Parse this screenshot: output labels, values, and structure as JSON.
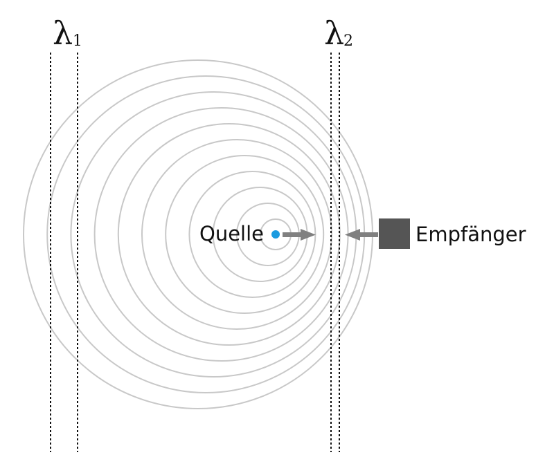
{
  "labels": {
    "lambda1_symbol": "λ",
    "lambda1_sub": "1",
    "lambda2_symbol": "λ",
    "lambda2_sub": "2",
    "source": "Quelle",
    "receiver": "Empfänger"
  },
  "colors": {
    "wavefront": "#c8c8c8",
    "source_dot": "#1a9be0",
    "arrow": "#808080",
    "receiver_box": "#555555",
    "dotted_line": "#111111"
  },
  "wavefront_count": 11
}
